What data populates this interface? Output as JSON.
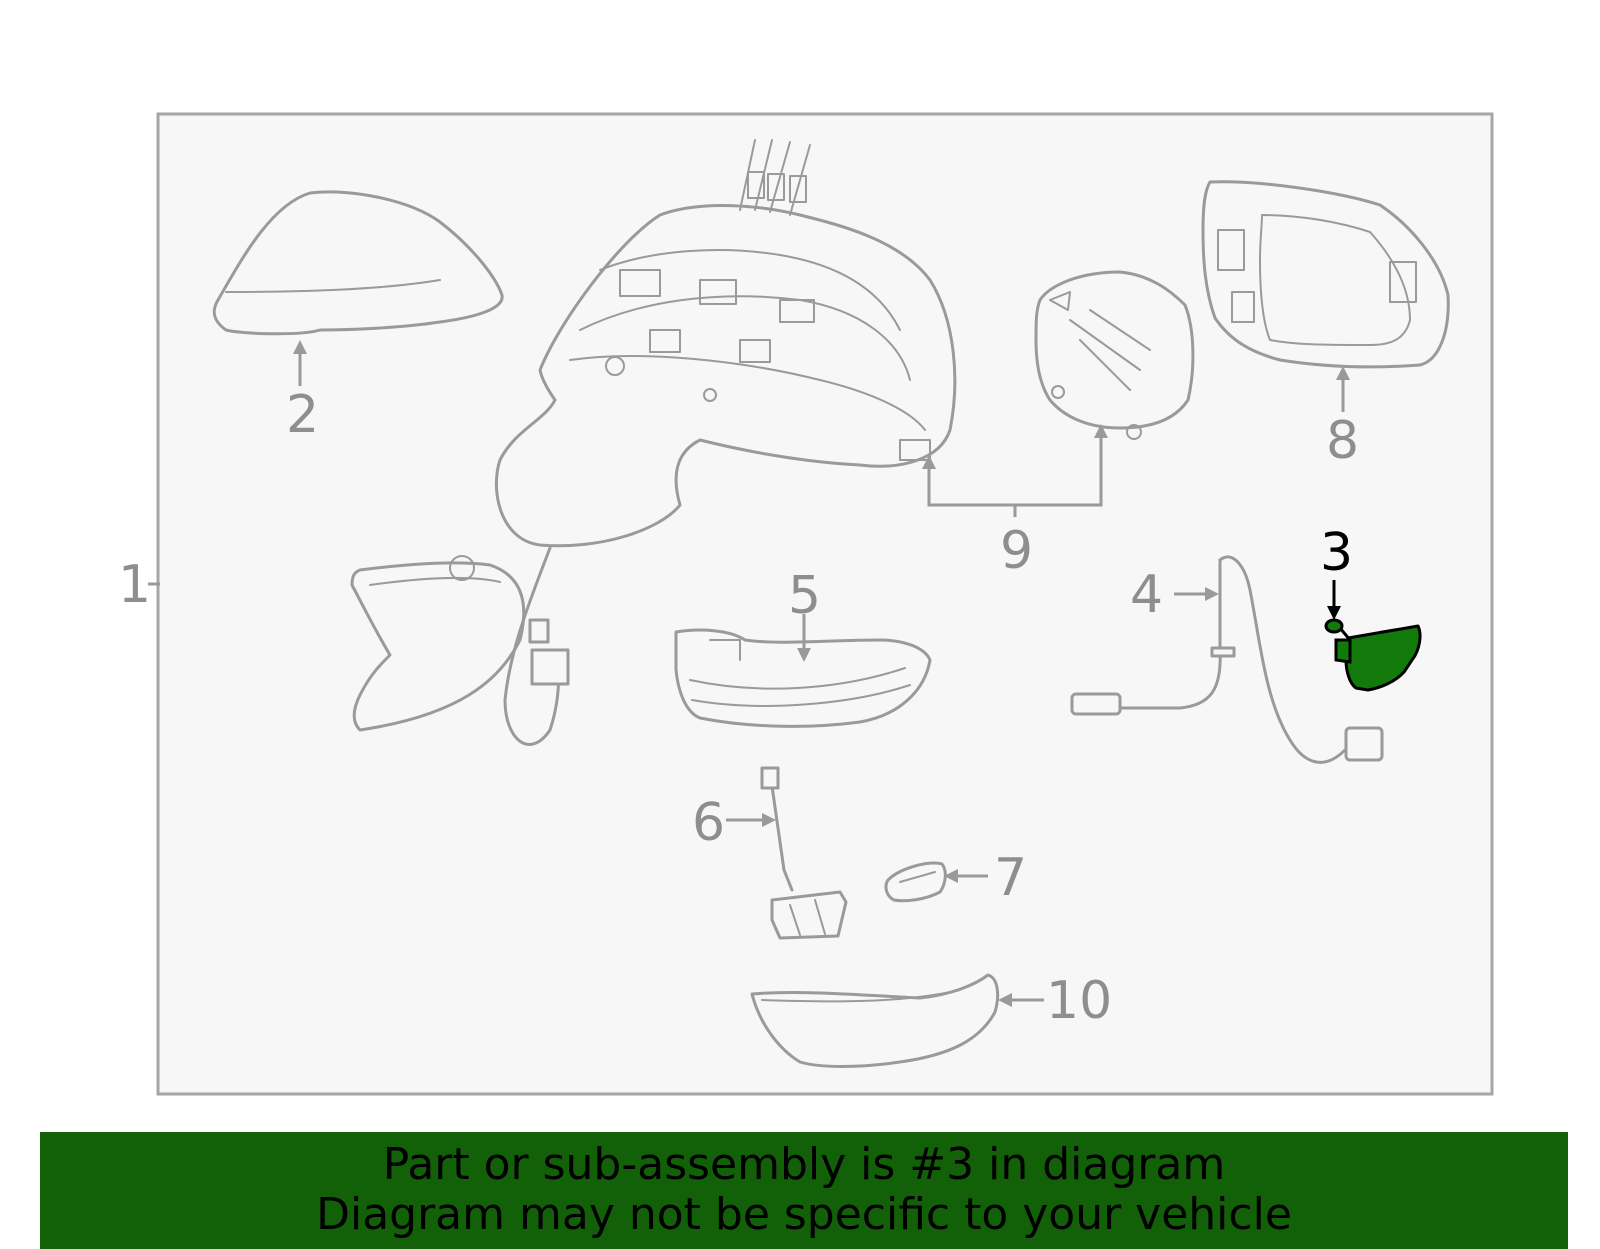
{
  "diagram": {
    "callouts": [
      "1",
      "2",
      "3",
      "4",
      "5",
      "6",
      "7",
      "8",
      "9",
      "10"
    ],
    "highlighted_callout": "3",
    "colors": {
      "panel_background": "#f7f7f7",
      "outline": "#9a9a9a",
      "highlight_part": "#117a0b",
      "banner_background": "#126108"
    }
  },
  "banner": {
    "line1": "Part or sub-assembly is #3 in diagram",
    "line2": "Diagram may not be specific to your vehicle"
  }
}
